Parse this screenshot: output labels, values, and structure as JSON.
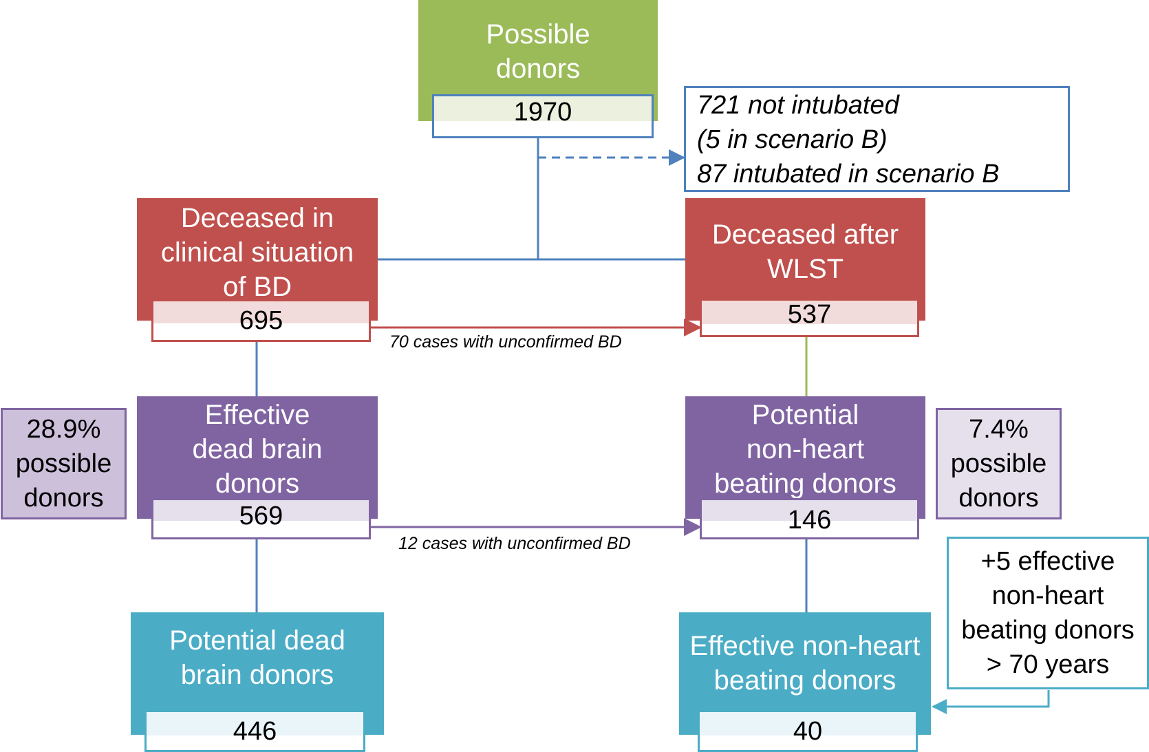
{
  "colors": {
    "green": "#9bbb59",
    "red": "#c0504d",
    "purple": "#8064a2",
    "teal": "#4bacc6",
    "blue_line": "#4f81bd",
    "lavender": "#ccc0da",
    "light_lavender": "#e5e0ec"
  },
  "possible_donors": {
    "label_line1": "Possible",
    "label_line2": "donors",
    "value": "1970"
  },
  "not_intubated_note": {
    "line1": "721 not intubated",
    "line2": "(5 in scenario B)",
    "line3": "87 intubated in scenario B"
  },
  "deceased_bd": {
    "line1": "Deceased in",
    "line2": "clinical situation",
    "line3": "of BD",
    "value": "695"
  },
  "deceased_wlst": {
    "line1": "Deceased after",
    "line2": "WLST",
    "value": "537"
  },
  "caption_70": "70 cases with unconfirmed BD",
  "effective_dbd": {
    "line1": "Effective",
    "line2": "dead brain",
    "line3": "donors",
    "value": "569"
  },
  "potential_nhbd": {
    "line1": "Potential",
    "line2": "non-heart",
    "line3": "beating donors",
    "value": "146"
  },
  "caption_12": "12 cases with unconfirmed BD",
  "pct_left": {
    "line1": "28.9%",
    "line2": "possible",
    "line3": "donors"
  },
  "pct_right": {
    "line1": "7.4%",
    "line2": "possible",
    "line3": "donors"
  },
  "potential_dbd": {
    "line1": "Potential dead",
    "line2": "brain donors",
    "value": "446"
  },
  "effective_nhbd": {
    "line1": "Effective non-heart",
    "line2": "beating donors",
    "value": "40"
  },
  "older_note": {
    "line1": "+5 effective",
    "line2": "non-heart",
    "line3": "beating donors",
    "line4": "> 70 years"
  }
}
